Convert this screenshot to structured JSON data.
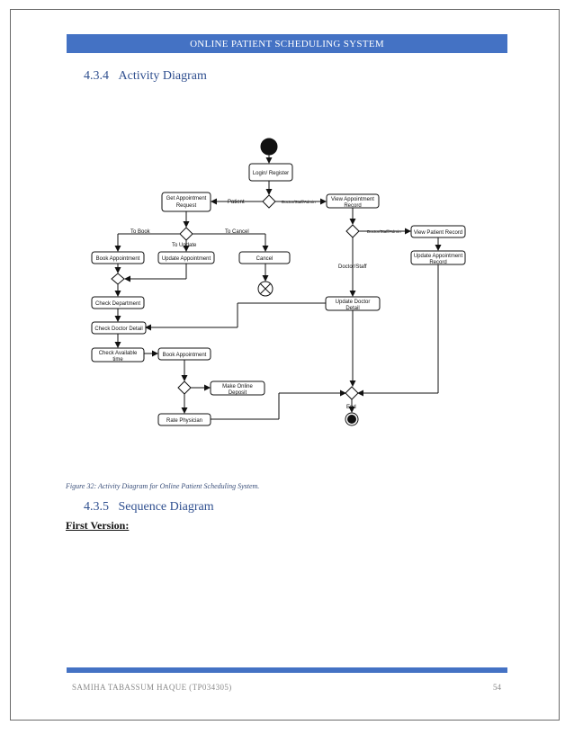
{
  "header": {
    "title": "ONLINE PATIENT SCHEDULING SYSTEM"
  },
  "section_activity": {
    "number": "4.3.4",
    "title": "Activity Diagram"
  },
  "diagram": {
    "nodes": {
      "login": "Login/ Register",
      "get_appointment_line1": "Get Appointment",
      "get_appointment_line2": "Request",
      "view_appointment_line1": "View Appointment",
      "view_appointment_line2": "Record",
      "book_appointment": "Book Appointment",
      "update_appointment": "Update Appointment",
      "cancel": "Cancel",
      "view_patient_record": "View Patient Record",
      "update_appointment_record_line1": "Update Appointment",
      "update_appointment_record_line2": "Record",
      "check_department": "Check Department",
      "check_doctor_detail": "Check Doctor Detail",
      "update_doctor_line1": "Update Doctor",
      "update_doctor_line2": "Detail",
      "check_available_line1": "Check Available",
      "check_available_line2": "time",
      "book_appointment_2": "Book Appointment",
      "make_online_line1": "Make Online",
      "make_online_line2": "Deposit",
      "rate_physician": "Rate Physician"
    },
    "labels": {
      "patient": "Patient",
      "doctor_staff_admin_1": "Doctor/Staff/Admin",
      "doctor_staff_admin_2": "Doctor/Staff/Admin",
      "to_book": "To Book",
      "to_update": "To Update",
      "to_cancel": "To Cancel",
      "doctor_staff": "Doctor/Staff",
      "end": "End"
    }
  },
  "figure_caption": "Figure 32: Activity Diagram for Online Patient Scheduling System.",
  "section_sequence": {
    "number": "4.3.5",
    "title": "Sequence Diagram"
  },
  "first_version": "First Version:",
  "footer": {
    "author": "SAMIHA TABASSUM HAQUE (TP034305)",
    "page": "54"
  }
}
